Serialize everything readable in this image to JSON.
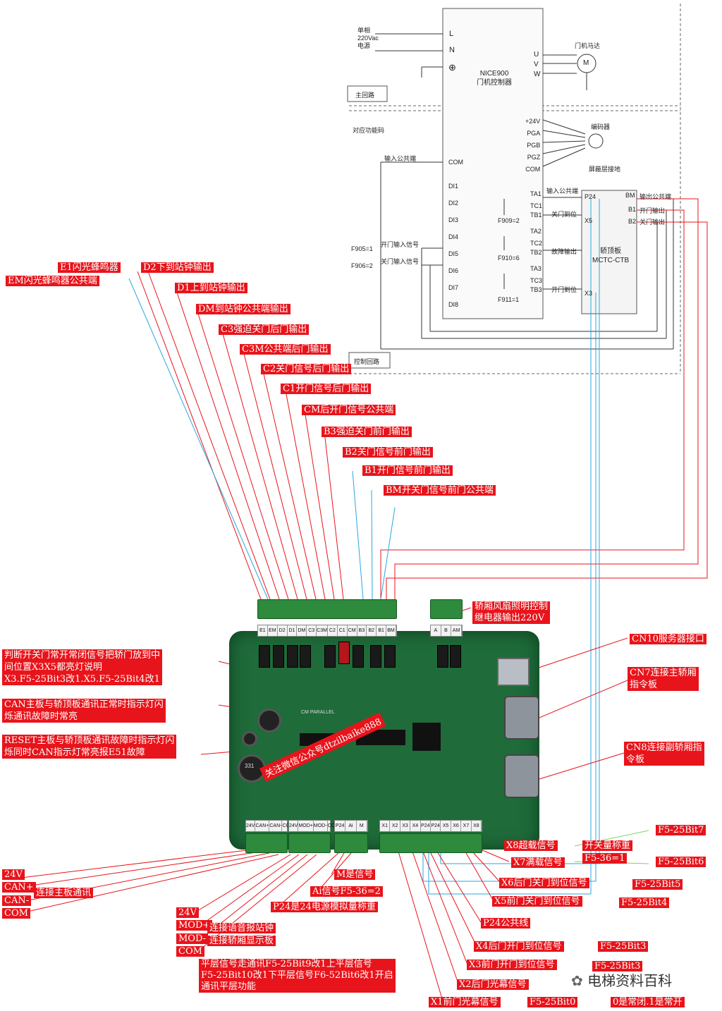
{
  "schematic": {
    "supply": [
      "单相",
      "220Vac",
      "电源"
    ],
    "L": "L",
    "N": "N",
    "controller": [
      "NICE900",
      "门机控制器"
    ],
    "U": "U",
    "V": "V",
    "W": "W",
    "motor_label": "门机马达",
    "M": "M",
    "main_circuit": "主回路",
    "func_code": "对应功能码",
    "encoder_pins": [
      "+24V",
      "PGA",
      "PGB",
      "PGZ",
      "COM"
    ],
    "encoder": "编码器",
    "shield": "屏蔽层接地",
    "input_common": "输入公共端",
    "com": "COM",
    "di": [
      "DI1",
      "DI2",
      "DI3",
      "DI4",
      "DI5",
      "DI6",
      "DI7",
      "DI8"
    ],
    "open_input": "开门输入信号",
    "close_input": "关门输入信号",
    "f905": "F905=1",
    "f906": "F906=2",
    "ta1": "TA1",
    "tc1": "TC1",
    "tb1": "TB1",
    "ta2": "TA2",
    "tc2": "TC2",
    "tb2": "TB2",
    "ta3": "TA3",
    "tc3": "TC3",
    "tb3": "TB3",
    "f909": "F909=2",
    "f910": "F910=6",
    "f911": "F911=1",
    "input_common2": "输入公共端",
    "close_limit": "关门到位",
    "fault_out": "故障输出",
    "open_limit": "开门到位",
    "p24": "P24",
    "x5": "X5",
    "x3": "X3",
    "ctb": [
      "轿顶板",
      "MCTC-CTB"
    ],
    "bm": "BM",
    "b1": "B1",
    "b2": "B2",
    "out_common": "输出公共端",
    "open_out": "开门输出",
    "close_out": "关门输出",
    "control_circuit": "控制回路"
  },
  "top_labels": [
    "E1闪光蜂鸣器",
    "D2下到站钟输出",
    "EM闪光蜂鸣器公共端",
    "D1上到站钟输出",
    "DM到站钟公共端输出",
    "C3强迫关门后门输出",
    "C3M公共端后门输出",
    "C2关门信号后门输出",
    "C1开门信号后门输出",
    "CM后开门信号公共端",
    "B3强迫关门前门输出",
    "B2关门信号前门输出",
    "B1开门信号前门输出",
    "BM开关门信号前门公共端"
  ],
  "fan_label": [
    "轿厢风扇照明控制",
    "继电器输出220V"
  ],
  "left_labels": {
    "door": [
      "判断开关门常开常闭信号把轿门放到中",
      "间位置X3X5都亮灯说明",
      "X3.F5-25Bit3改1.X5.F5-25Bit4改1"
    ],
    "can": [
      "CAN主板与轿顶板通讯正常时指示灯闪",
      "烁通讯故障时常亮"
    ],
    "reset": [
      "RESET主板与轿顶板通讯故障时指示灯闪",
      "烁同时CAN指示灯常亮报E51故障"
    ]
  },
  "right_labels": {
    "cn10": "CN10服务器接口",
    "cn7": [
      "CN7连接主轿厢",
      "指令板"
    ],
    "cn8": [
      "CN8连接副轿厢指",
      "令板"
    ]
  },
  "bottom_left": {
    "p24v": "24V",
    "canp": "CAN+",
    "canm": "CAN-",
    "com": "COM",
    "main_comm": "连接主板通讯",
    "m_sig": "M是信号",
    "ai_sig": "Ai信号F5-36=2",
    "p24_sig": "P24是24电源模拟量称重",
    "p24v2": "24V",
    "modp": "MOD+",
    "modm": "MOD-",
    "com2": "COM",
    "voice": "连接语音报站钟",
    "display": "连接轿厢显示板",
    "level": [
      "平层信号走通讯F5-25Bit9改1上平层信号",
      "F5-25Bit10改1下平层信号F6-52Bit6改1开启",
      "通讯平层功能"
    ]
  },
  "bottom_right": {
    "x8": "X8超载信号",
    "sw_weigh": "开关量称重",
    "f536": "F5-36=1",
    "x7": "X7满载信号",
    "bit7": "F5-25Bit7",
    "bit6": "F5-25Bit6",
    "x6": "X6后门关门到位信号",
    "bit5": "F5-25Bit5",
    "x5": "X5前门关门到位信号",
    "bit4": "F5-25Bit4",
    "p24c": "P24公共线",
    "x4": "X4后门开门到位信号",
    "bit3a": "F5-25Bit3",
    "x3": "X3前门开门到位信号",
    "bit3b": "F5-25Bit3",
    "x2": "X2后门光幕信号",
    "x1": "X1前门光幕信号",
    "bit0": "F5-25Bit0",
    "note": "0是常闭.1是常开"
  },
  "board": {
    "top_terms": [
      "E1",
      "EM",
      "D2",
      "D1",
      "DM",
      "C3",
      "C3M",
      "C2",
      "C1",
      "CM",
      "B3",
      "B2",
      "B1",
      "BM"
    ],
    "fan_terms": [
      "A",
      "B",
      "AM"
    ],
    "bot_terms1": [
      "24V",
      "CAN+",
      "CAN-",
      "COM"
    ],
    "bot_terms2": [
      "24V",
      "MOD+",
      "MOD-",
      "COM"
    ],
    "bot_terms3": [
      "P24",
      "Ai",
      "M"
    ],
    "bot_terms4": [
      "X1",
      "X2",
      "X3",
      "X4",
      "P24",
      "P24",
      "X5",
      "X6",
      "X7",
      "X8"
    ],
    "cm_text": "CM PARALLEL",
    "cap_text": "331"
  },
  "watermark": "关注微信公众号dtzilbaike888",
  "logo": "电梯资料百科"
}
